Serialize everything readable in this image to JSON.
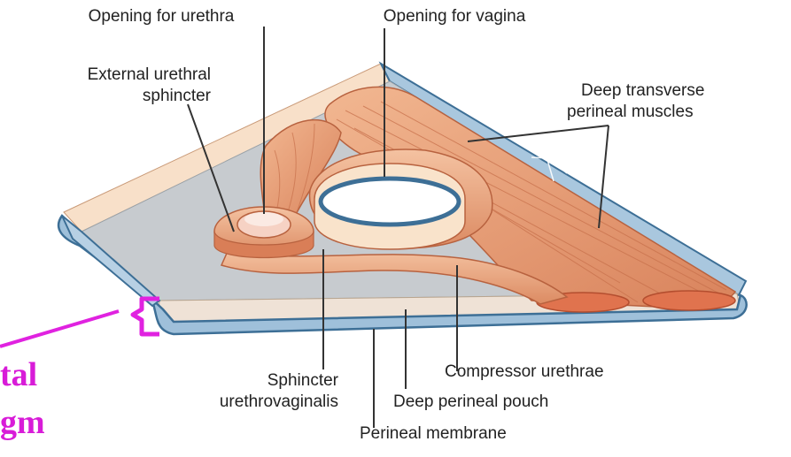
{
  "labels": {
    "opening_urethra": "Opening for urethra",
    "opening_vagina": "Opening for vagina",
    "ext_urethral_line1": "External urethral",
    "ext_urethral_line2": "sphincter",
    "deep_transverse_line1": "Deep transverse",
    "deep_transverse_line2": "perineal muscles",
    "sphincter_uv_line1": "Sphincter",
    "sphincter_uv_line2": "urethrovaginalis",
    "compressor_urethrae": "Compressor urethrae",
    "deep_perineal_pouch": "Deep perineal pouch",
    "perineal_membrane": "Perineal membrane"
  },
  "annotation": {
    "line1": "tal",
    "line2": "gm"
  },
  "colors": {
    "muscle": "#e8a079",
    "muscle_dark": "#c86d4a",
    "membrane_blue": "#9fc0da",
    "membrane_edge": "#3d6f96",
    "pouch_gray": "#c4c8cc",
    "fascia_peach": "#f6dcc4",
    "annotation_magenta": "#e022e0"
  }
}
